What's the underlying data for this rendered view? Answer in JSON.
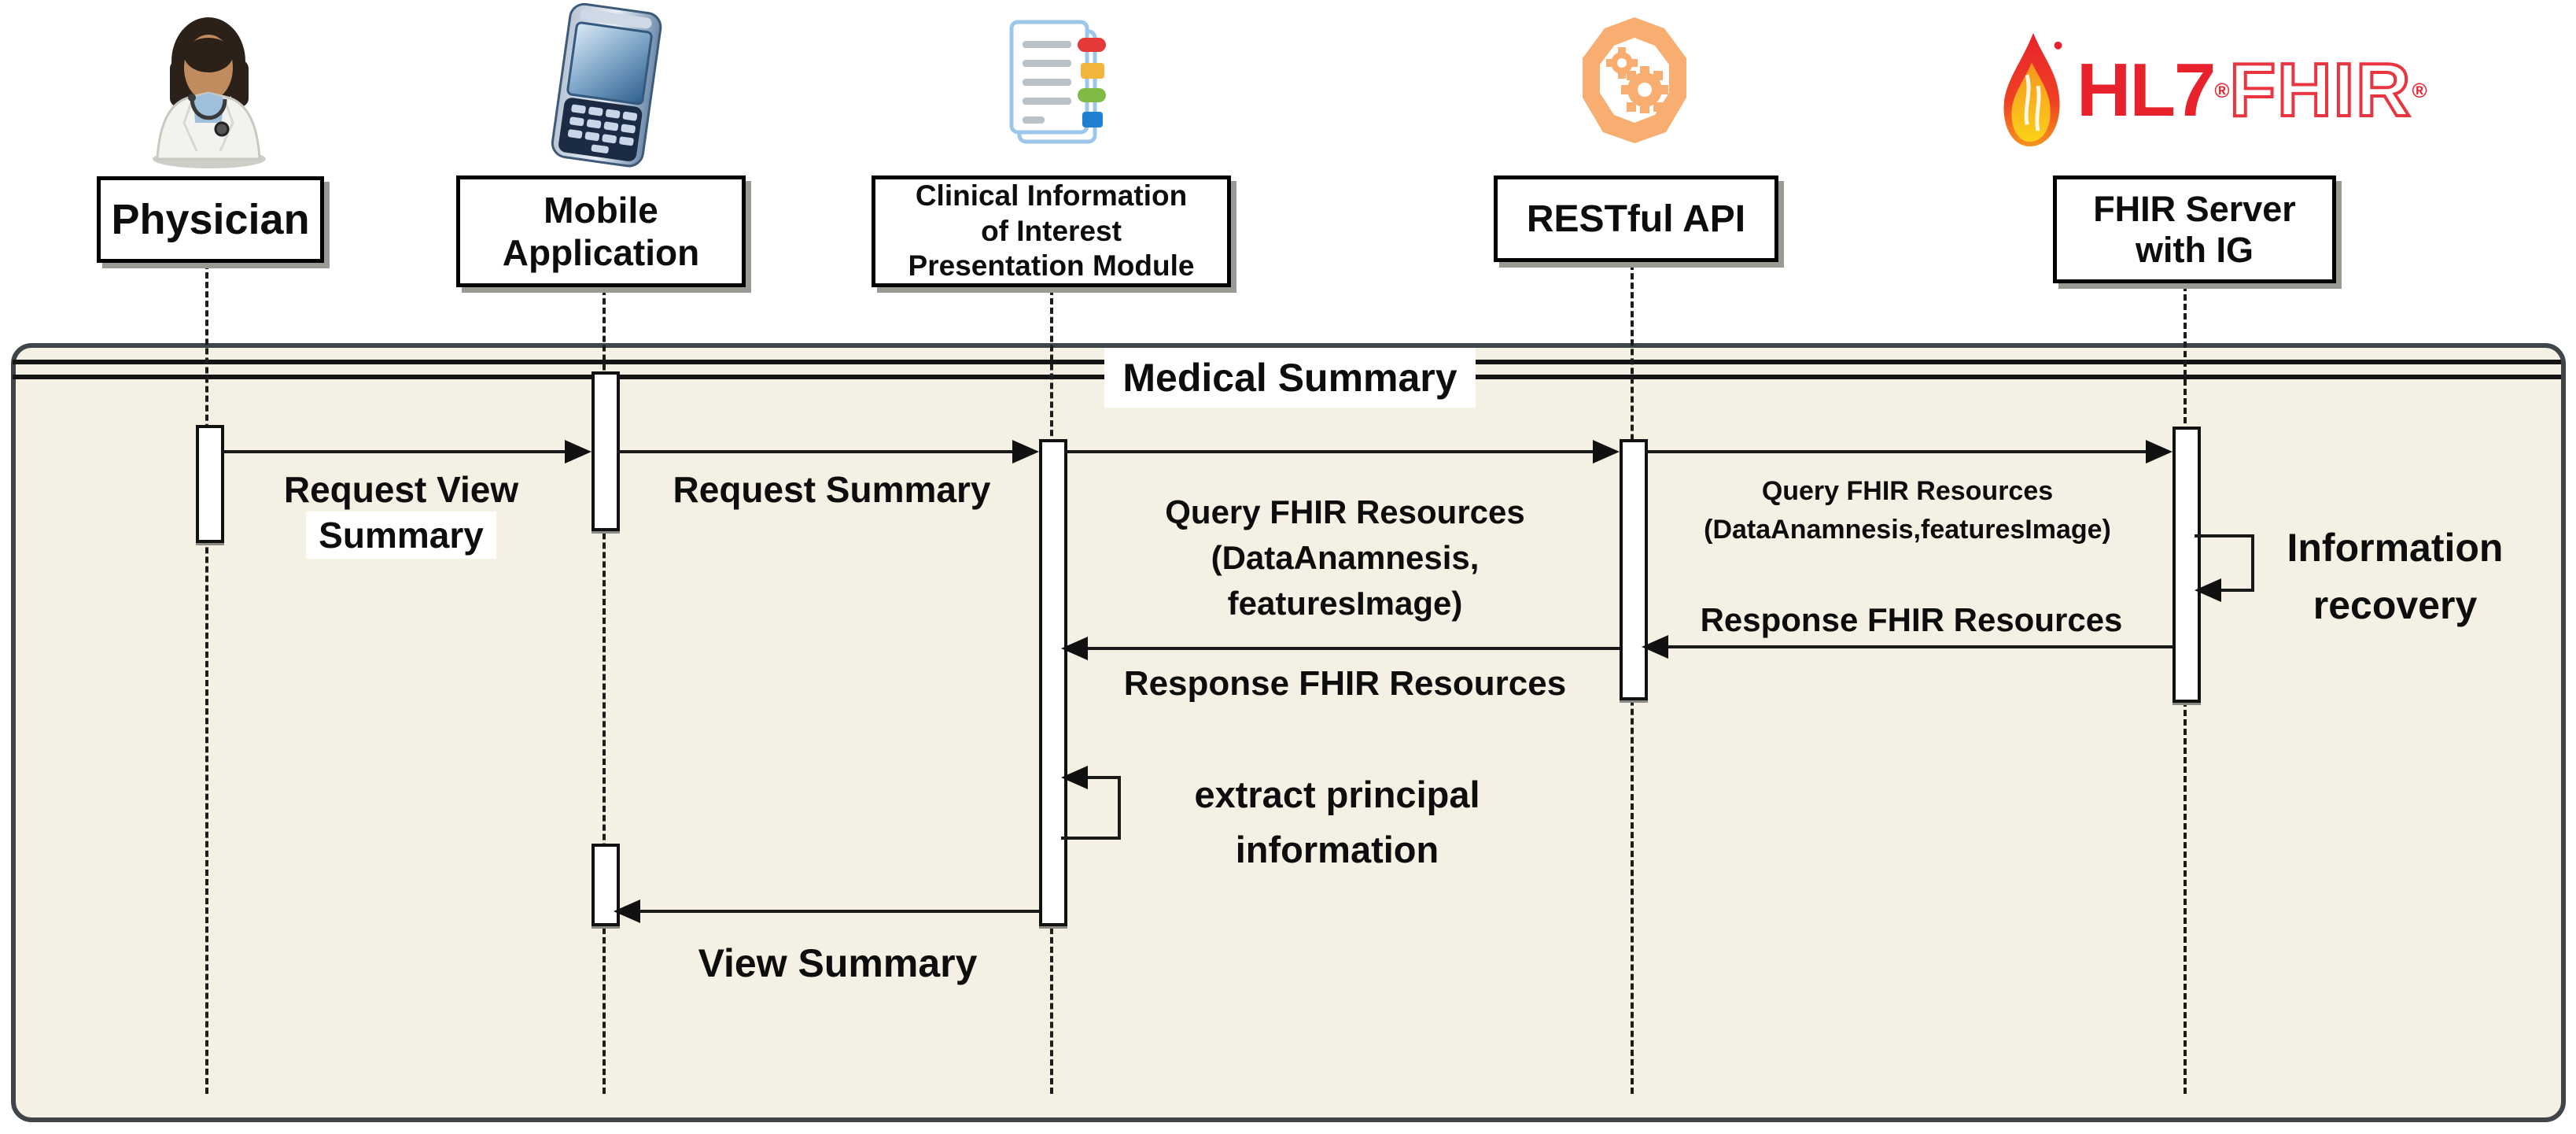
{
  "diagram": {
    "title": "Medical Summary",
    "background_color": "#f4f0e3",
    "frame_border_color": "#3f4549",
    "accent_red": "#e8222d"
  },
  "actors": [
    {
      "id": "physician",
      "label": "Physician",
      "icon": "physician-icon"
    },
    {
      "id": "mobile-application",
      "lines": [
        "Mobile",
        "Application"
      ],
      "icon": "mobile-phone-icon"
    },
    {
      "id": "clinical-module",
      "lines": [
        "Clinical Information",
        "of  Interest",
        "Presentation Module"
      ],
      "icon": "document-bookmarks-icon"
    },
    {
      "id": "restful-api",
      "label": "RESTful API",
      "icon": "api-gears-icon"
    },
    {
      "id": "fhir-server",
      "lines": [
        "FHIR Server",
        "with IG"
      ],
      "icon": "hl7-fhir-logo"
    }
  ],
  "logo": {
    "hl7": "HL7",
    "fhir": "FHIR",
    "reg": "®"
  },
  "messages": [
    {
      "id": "request-view-summary",
      "from": "physician",
      "to": "mobile-application",
      "lines": [
        "Request View",
        "Summary"
      ]
    },
    {
      "id": "request-summary",
      "from": "mobile-application",
      "to": "clinical-module",
      "label": "Request Summary"
    },
    {
      "id": "query-fhir-module",
      "from": "clinical-module",
      "to": "restful-api",
      "lines": [
        "Query FHIR Resources",
        "(DataAnamnesis,",
        "featuresImage)"
      ]
    },
    {
      "id": "query-fhir-api",
      "from": "restful-api",
      "to": "fhir-server",
      "lines": [
        "Query FHIR Resources",
        "(DataAnamnesis,featuresImage)"
      ]
    },
    {
      "id": "information-recovery",
      "from": "fhir-server",
      "to": "fhir-server",
      "lines": [
        "Information",
        "recovery"
      ]
    },
    {
      "id": "response-fhir-api",
      "from": "fhir-server",
      "to": "restful-api",
      "label": "Response FHIR Resources"
    },
    {
      "id": "response-fhir-module",
      "from": "restful-api",
      "to": "clinical-module",
      "label": "Response FHIR Resources"
    },
    {
      "id": "extract-principal",
      "from": "clinical-module",
      "to": "clinical-module",
      "lines": [
        "extract principal",
        "information"
      ]
    },
    {
      "id": "view-summary",
      "from": "clinical-module",
      "to": "mobile-application",
      "label": "View Summary"
    }
  ]
}
